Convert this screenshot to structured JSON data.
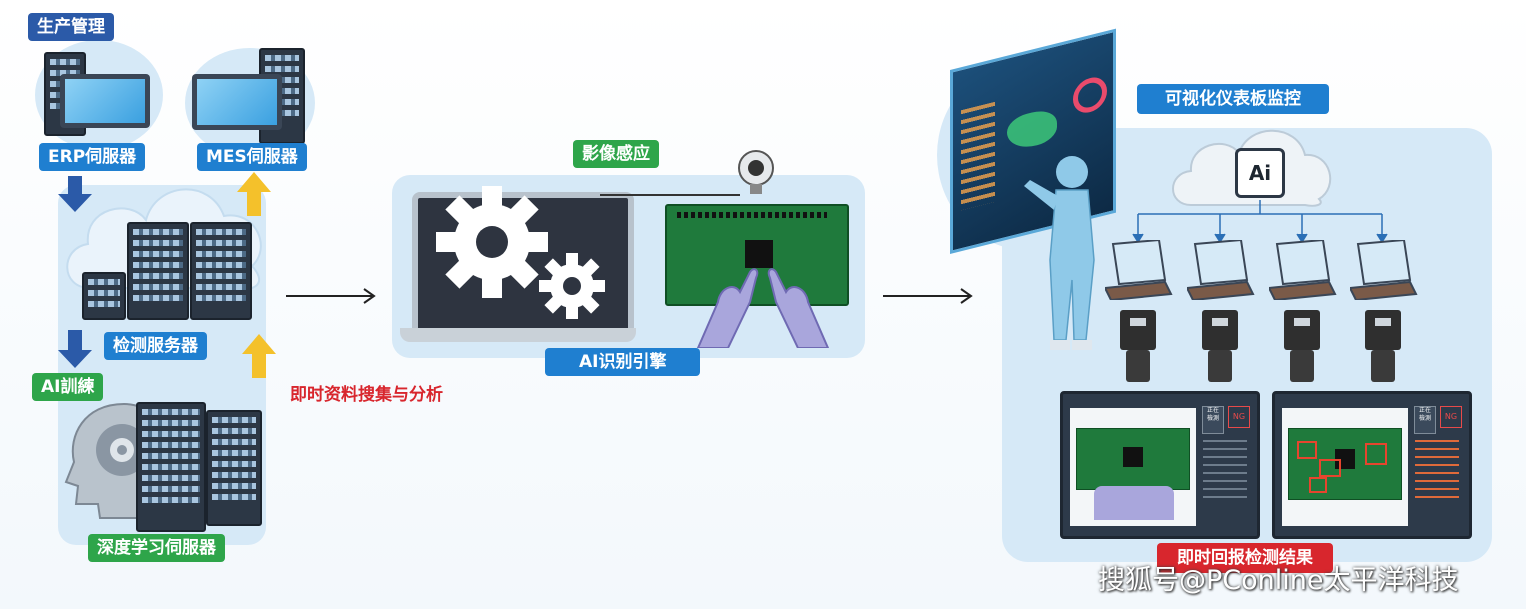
{
  "production": {
    "title": "生产管理",
    "erp_label": "ERP伺服器",
    "mes_label": "MES伺服器"
  },
  "inspection": {
    "server_label": "检测服务器"
  },
  "training": {
    "title": "AI訓練",
    "server_label": "深度学习伺服器"
  },
  "collection": {
    "caption": "即时资料搜集与分析"
  },
  "imaging": {
    "title": "影像感应",
    "engine_label": "AI识别引擎"
  },
  "dashboard": {
    "title": "可视化仪表板监控",
    "cloud_text": "Ai",
    "result_label": "即时回报检测结果"
  },
  "result_screen": {
    "badge_text": "正在\n檢測",
    "ng_text": "NG"
  },
  "watermark": "搜狐号@PConline太平洋科技",
  "colors": {
    "blue": "#1f7fd0",
    "green": "#2ea54a",
    "red": "#d8262d",
    "panel": "#d6e9f7"
  }
}
